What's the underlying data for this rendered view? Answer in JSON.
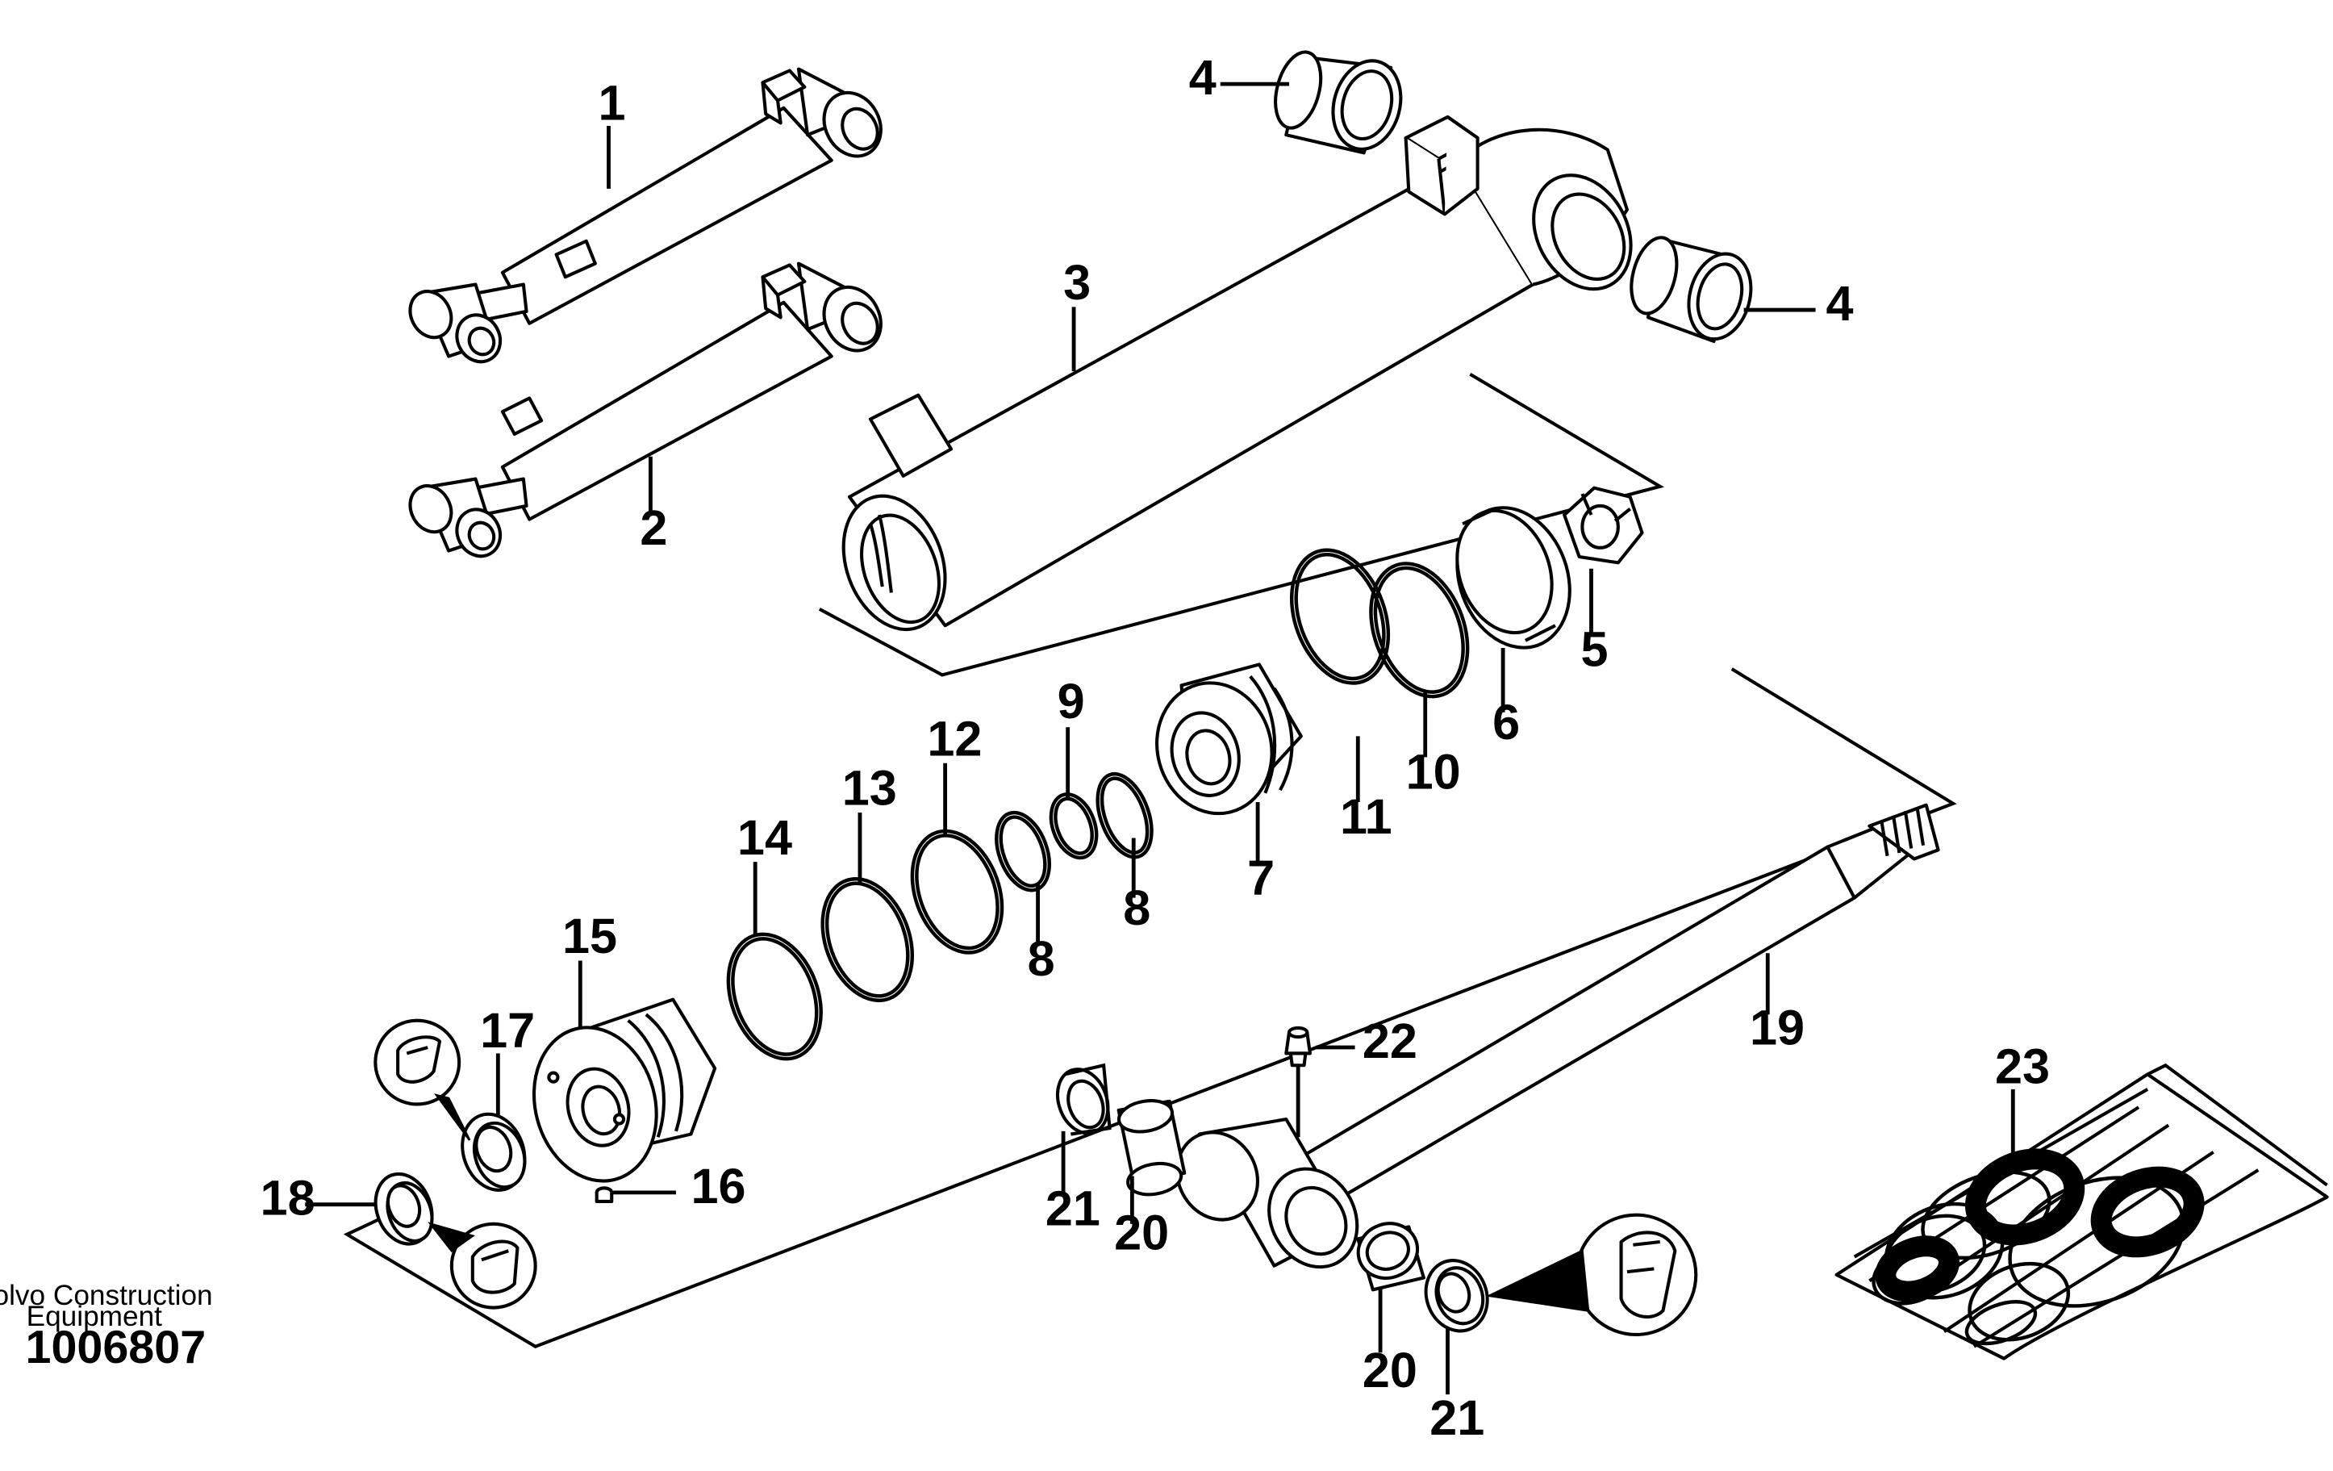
{
  "diagram": {
    "publisher_line1": "Volvo Construction",
    "publisher_line2": "Equipment",
    "document_number": "1006807",
    "callouts": [
      {
        "id": "c1",
        "text": "1"
      },
      {
        "id": "c2",
        "text": "2"
      },
      {
        "id": "c3",
        "text": "3"
      },
      {
        "id": "c4a",
        "text": "4"
      },
      {
        "id": "c4b",
        "text": "4"
      },
      {
        "id": "c5",
        "text": "5"
      },
      {
        "id": "c6",
        "text": "6"
      },
      {
        "id": "c7",
        "text": "7"
      },
      {
        "id": "c8a",
        "text": "8"
      },
      {
        "id": "c8b",
        "text": "8"
      },
      {
        "id": "c9",
        "text": "9"
      },
      {
        "id": "c10",
        "text": "10"
      },
      {
        "id": "c11",
        "text": "11"
      },
      {
        "id": "c12",
        "text": "12"
      },
      {
        "id": "c13",
        "text": "13"
      },
      {
        "id": "c14",
        "text": "14"
      },
      {
        "id": "c15",
        "text": "15"
      },
      {
        "id": "c16",
        "text": "16"
      },
      {
        "id": "c17",
        "text": "17"
      },
      {
        "id": "c18",
        "text": "18"
      },
      {
        "id": "c19",
        "text": "19"
      },
      {
        "id": "c20a",
        "text": "20"
      },
      {
        "id": "c20b",
        "text": "20"
      },
      {
        "id": "c21a",
        "text": "21"
      },
      {
        "id": "c21b",
        "text": "21"
      },
      {
        "id": "c22",
        "text": "22"
      },
      {
        "id": "c23",
        "text": "23"
      }
    ]
  }
}
